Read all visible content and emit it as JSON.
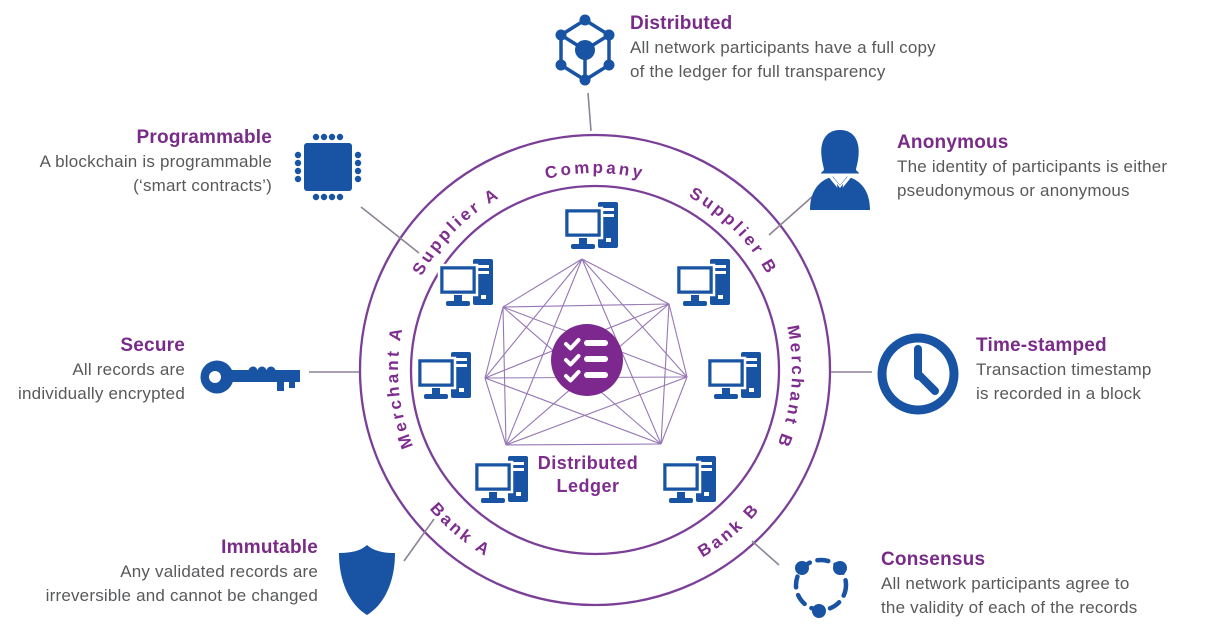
{
  "colors": {
    "icon_blue": "#1953A4",
    "heading_purple": "#782B87",
    "ring_purple": "#7B3F98",
    "ring_label_purple": "#7E2C8E",
    "mesh_purple": "#9678B4",
    "body_gray": "#58595B",
    "center_circle_purple": "#7D288E"
  },
  "center": {
    "line1": "Distributed",
    "line2": "Ledger",
    "icon": "checklist-icon",
    "node_icon": "computer-node-icon",
    "node_count": 7
  },
  "ring": {
    "labels": {
      "top": "Company",
      "upper_left": "Supplier A",
      "upper_right": "Supplier B",
      "left": "Merchant A",
      "right": "Merchant B",
      "bottom_left": "Bank A",
      "bottom_right": "Bank B"
    }
  },
  "features": {
    "distributed": {
      "title": "Distributed",
      "line1": "All network participants have a full copy",
      "line2": "of the ledger for full transparency",
      "icon": "cube-network-icon"
    },
    "programmable": {
      "title": "Programmable",
      "line1": "A blockchain is programmable",
      "line2": "(‘smart contracts’)",
      "icon": "microchip-icon"
    },
    "anonymous": {
      "title": "Anonymous",
      "line1": "The identity of participants is either",
      "line2": "pseudonymous or anonymous",
      "icon": "person-icon"
    },
    "secure": {
      "title": "Secure",
      "line1": "All records are",
      "line2": "individually encrypted",
      "icon": "key-icon"
    },
    "time_stamped": {
      "title": "Time-stamped",
      "line1": "Transaction timestamp",
      "line2": "is recorded in a block",
      "icon": "clock-icon"
    },
    "immutable": {
      "title": "Immutable",
      "line1": "Any validated records are",
      "line2": "irreversible and cannot be changed",
      "icon": "shield-icon"
    },
    "consensus": {
      "title": "Consensus",
      "line1": "All network participants agree to",
      "line2": "the validity of each of the records",
      "icon": "dashed-circle-nodes-icon"
    }
  }
}
